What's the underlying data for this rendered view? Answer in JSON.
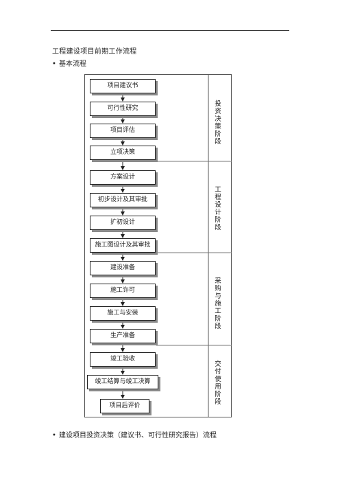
{
  "document": {
    "title": "工程建设项目前期工作流程",
    "bullets": [
      {
        "symbol": "•",
        "text": "基本流程"
      },
      {
        "symbol": "•",
        "text": "建设项目投资决策（建议书、可行性研究报告）流程"
      }
    ]
  },
  "flowchart": {
    "steps": [
      "项目建议书",
      "可行性研究",
      "项目评估",
      "立项决策",
      "方案设计",
      "初步设计及其审批",
      "扩初设计",
      "施工图设计及其审批",
      "建设准备",
      "施工许可",
      "施工与安装",
      "生产准备",
      "竣工验收",
      "竣工结算与竣工决算",
      "项目后评价"
    ],
    "phases": [
      "投资决策阶段",
      "工程设计阶段",
      "采购与施工阶段",
      "交付使用阶段"
    ]
  }
}
